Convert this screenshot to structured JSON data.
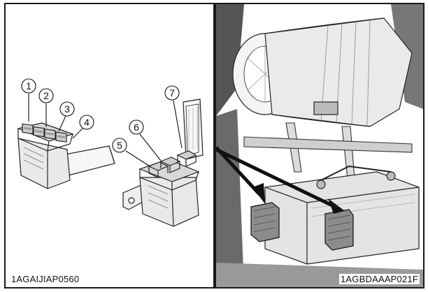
{
  "figure": {
    "left_panel": {
      "caption": "1AGAIJIAP0560",
      "callouts": [
        "1",
        "2",
        "3",
        "4",
        "5",
        "6",
        "7"
      ]
    },
    "right_panel": {
      "caption": "1AGBDAAAP021F"
    }
  }
}
